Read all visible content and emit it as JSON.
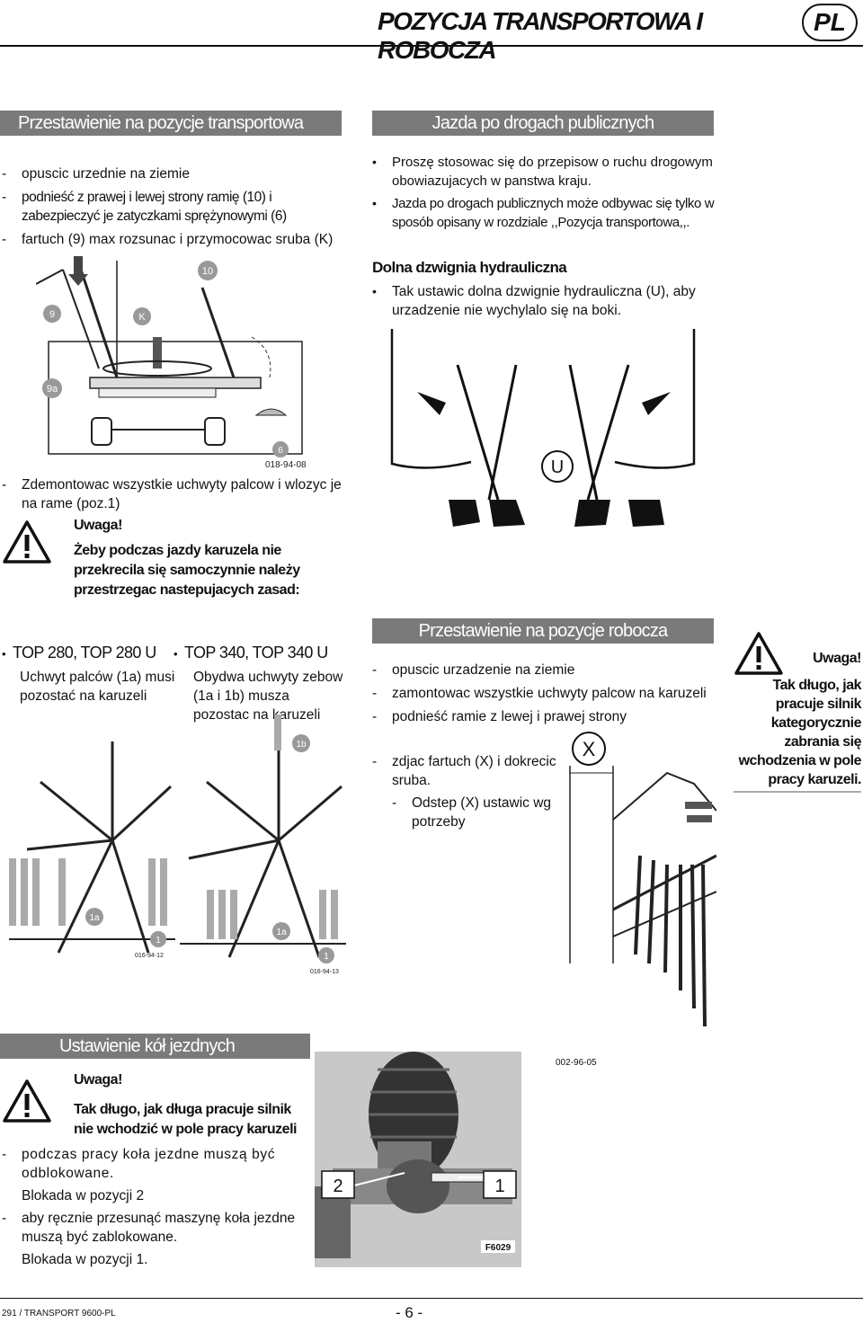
{
  "header": {
    "title": "POZYCJA TRANSPORTOWA I ROBOCZA",
    "lang": "PL"
  },
  "transport": {
    "title": "Przestawienie na pozycje transportowa",
    "items": [
      "opuscic urzednie na ziemie",
      "podnieść z prawej i lewej strony ramię (10) i zabezpieczyć je zatyczkami sprężynowymi (6)",
      "fartuch (9) max rozsunac i przymocowac sruba (K)"
    ],
    "fig_labels": {
      "l9": "9",
      "lK": "K",
      "l10": "10",
      "l9a": "9a",
      "l6": "6"
    },
    "fig_code": "018-94-08",
    "after_item": "Zdemontowac wszystkie uchwyty palcow i wlozyc je na rame (poz.1)",
    "warning_title": "Uwaga!",
    "warning_text": "Żeby podczas jazdy karuzela nie przekrecila się samoczynnie należy przestrzegac nastepujacych zasad:"
  },
  "roads": {
    "title": "Jazda po drogach publicznych",
    "bullets": [
      "Proszę stosowac się do przepisow o ruchu drogowym obowiazujacych w panstwa kraju.",
      "Jazda po drogach publicznych może odbywac się tylko w sposób opisany w rozdziale ,,Pozycja transportowa,,."
    ],
    "sub_title": "Dolna dzwignia hydrauliczna",
    "sub_bullet": "Tak ustawic dolna dzwignie hydrauliczna (U), aby urzadzenie nie wychylalo się na boki.",
    "fig_label": "U"
  },
  "models": {
    "left": {
      "title": "TOP 280, TOP 280 U",
      "text": "Uchwyt palców (1a) musi pozostać na karuzeli",
      "fig_label_1a": "1a",
      "fig_label_1": "1",
      "fig_code": "016-94-12"
    },
    "right": {
      "title": "TOP 340, TOP 340 U",
      "text": "Obydwa uchwyty zebow (1a i 1b) musza pozostac na karuzeli",
      "fig_label_1b": "1b",
      "fig_label_1a": "1a",
      "fig_label_1": "1",
      "fig_code": "016-94-13"
    }
  },
  "work": {
    "title": "Przestawienie na pozycje robocza",
    "items": [
      "opuscic urzadzenie na ziemie",
      "zamontowac wszystkie uchwyty palcow na karuzeli",
      "podnieść ramie z lewej i prawej strony"
    ],
    "item4": "zdjac fartuch (X) i dokrecic sruba.",
    "item4_sub": "Odstep (X) ustawic wg potrzeby",
    "fig_label": "X",
    "warning_title": "Uwaga!",
    "warning_text": "Tak długo, jak pracuje silnik kategorycznie zabrania się wchodzenia w pole pracy karuzeli."
  },
  "wheels": {
    "title": "Ustawienie kół jezdnych",
    "warning_title": "Uwaga!",
    "warning_text": "Tak długo, jak długa pracuje silnik nie wchodzić w pole pracy karuzeli",
    "item1": "podczas pracy koła jezdne muszą być odblokowane.",
    "item1_note": "Blokada w pozycji 2",
    "item2": "aby ręcznie przesunąć maszynę koła jezdne muszą być zablokowane.",
    "item2_note": "Blokada w pozycji 1.",
    "photo_code": "002-96-05",
    "photo_label_2": "2",
    "photo_label_1": "1",
    "photo_tag": "F6029"
  },
  "footer": {
    "left": "291 / TRANSPORT 9600-PL",
    "page": "- 6 -"
  }
}
